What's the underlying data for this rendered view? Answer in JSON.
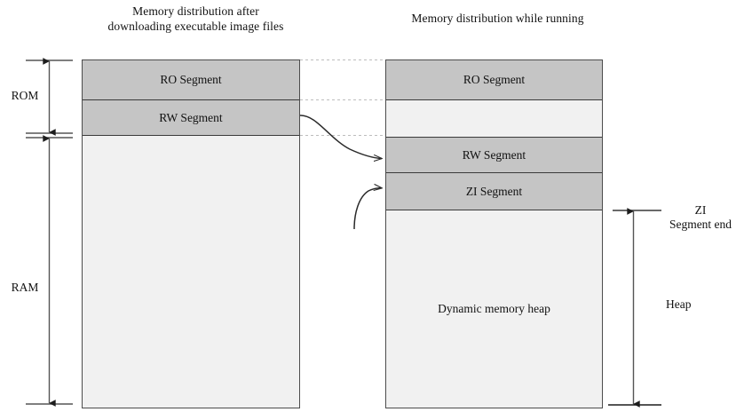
{
  "diagram": {
    "title_left": "Memory distribution after downloading executable image files",
    "title_right": "Memory distribution while running",
    "columns": {
      "left": {
        "segments": [
          {
            "label": "RO Segment",
            "fill": "shaded"
          },
          {
            "label": "RW Segment",
            "fill": "shaded"
          },
          {
            "label": "",
            "fill": "empty"
          }
        ]
      },
      "right": {
        "segments": [
          {
            "label": "RO Segment",
            "fill": "shaded"
          },
          {
            "label": "",
            "fill": "empty"
          },
          {
            "label": "RW Segment",
            "fill": "shaded"
          },
          {
            "label": "ZI Segment",
            "fill": "shaded"
          },
          {
            "label": "Dynamic memory heap",
            "fill": "empty"
          }
        ]
      }
    },
    "brackets": {
      "rom": "ROM",
      "ram": "RAM",
      "zi_segment_end": "ZI\nSegment end",
      "zi_segment_end_line1": "ZI",
      "zi_segment_end_line2": "Segment end",
      "heap": "Heap"
    },
    "colors": {
      "segment_shaded": "#c5c5c5",
      "segment_empty": "#f1f1f1",
      "box_border": "#4c4c4c",
      "segment_border": "#3a3a3a",
      "arrow": "#555555",
      "connector_dotted": "#b9b9b9",
      "curve": "#2a2a2a",
      "background": "#ffffff",
      "text": "#111111"
    }
  }
}
